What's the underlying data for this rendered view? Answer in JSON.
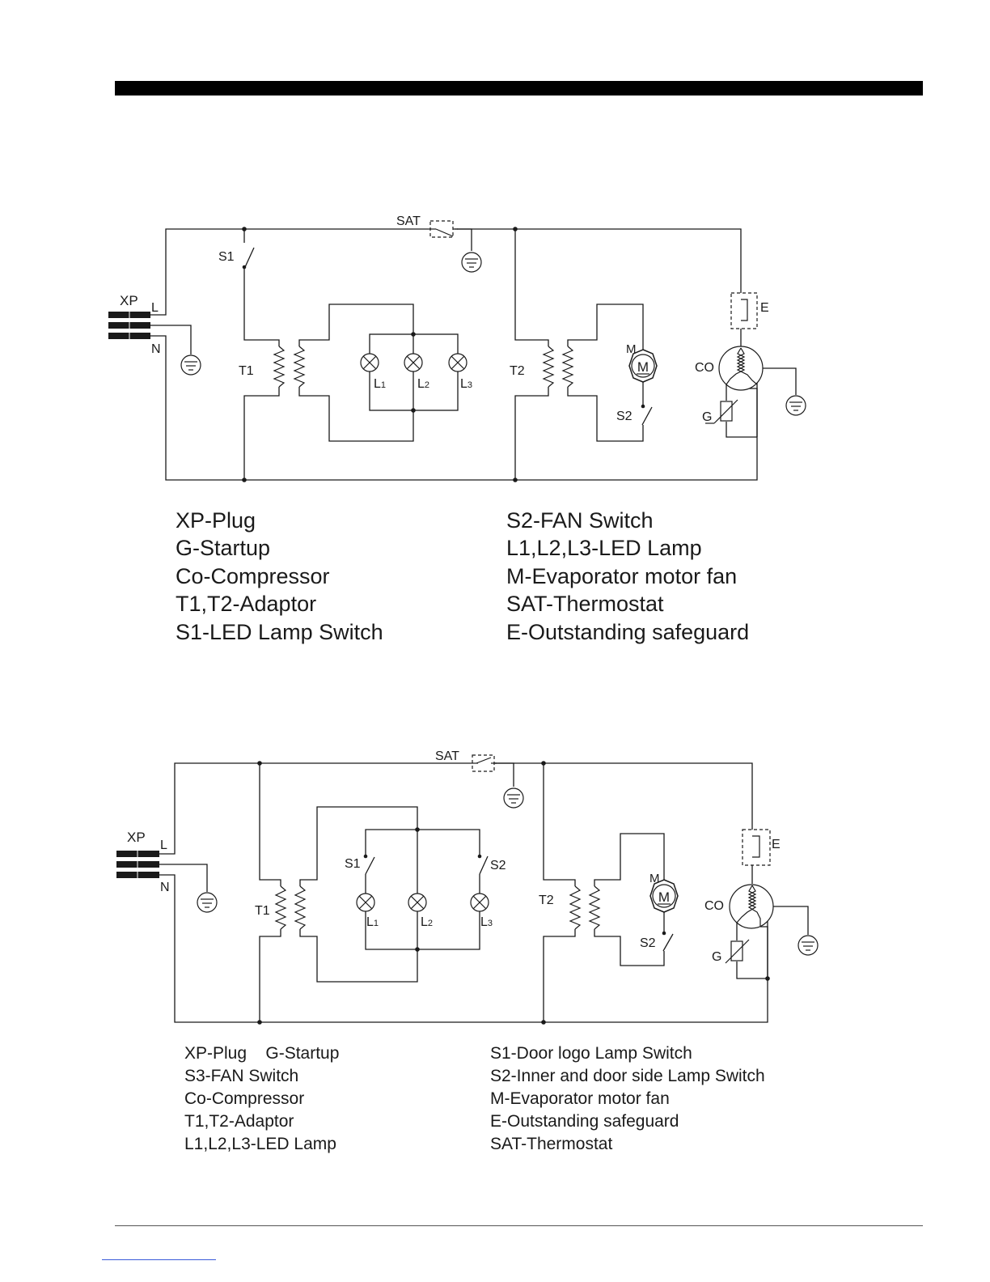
{
  "diagram_1": {
    "labels": {
      "xp": "XP",
      "l": "L",
      "n": "N",
      "s1": "S1",
      "sat": "SAT",
      "t1": "T1",
      "t2": "T2",
      "l1": "L",
      "l1_sub": "1",
      "l2": "L",
      "l2_sub": "2",
      "l3": "L",
      "l3_sub": "3",
      "m": "M",
      "motor": "M",
      "s2": "S2",
      "co": "CO",
      "g": "G",
      "e": "E"
    },
    "legend_left": [
      "XP-Plug",
      "G-Startup",
      "Co-Compressor",
      "T1,T2-Adaptor",
      "S1-LED Lamp Switch"
    ],
    "legend_right": [
      "S2-FAN Switch",
      "L1,L2,L3-LED Lamp",
      "M-Evaporator motor fan",
      "SAT-Thermostat",
      "E-Outstanding safeguard"
    ]
  },
  "diagram_2": {
    "labels": {
      "xp": "XP",
      "l": "L",
      "n": "N",
      "s1": "S1",
      "s2_lamp": "S2",
      "sat": "SAT",
      "t1": "T1",
      "t2": "T2",
      "l1": "L",
      "l1_sub": "1",
      "l2": "L",
      "l2_sub": "2",
      "l3": "L",
      "l3_sub": "3",
      "m": "M",
      "motor": "M",
      "s2_fan": "S2",
      "co": "CO",
      "g": "G",
      "e": "E"
    },
    "legend_left": [
      "XP-Plug    G-Startup",
      "S3-FAN Switch",
      "Co-Compressor",
      "T1,T2-Adaptor",
      "L1,L2,L3-LED Lamp"
    ],
    "legend_right": [
      "S1-Door logo Lamp Switch",
      "S2-Inner and door side Lamp Switch",
      "M-Evaporator motor fan",
      "E-Outstanding safeguard",
      "SAT-Thermostat"
    ]
  }
}
